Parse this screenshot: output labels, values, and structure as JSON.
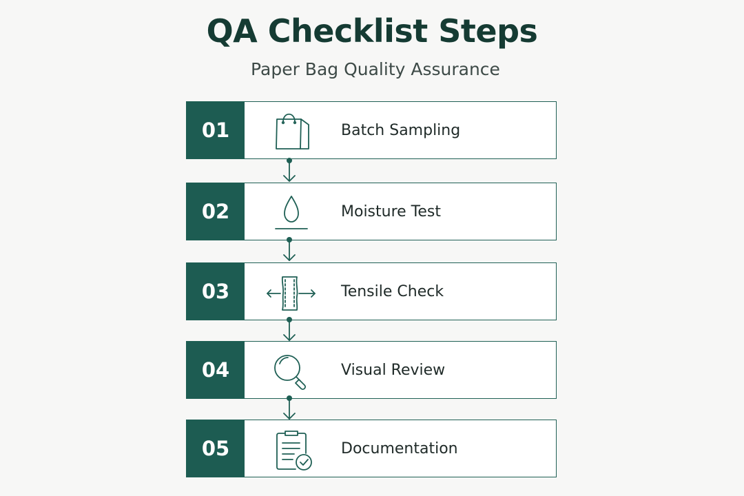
{
  "title": "QA Checklist Steps",
  "subtitle": "Paper Bag Quality Assurance",
  "colors": {
    "accent": "#1d5c52",
    "border": "#1e5f54",
    "title": "#153b33",
    "background": "#f7f7f6"
  },
  "steps": [
    {
      "number": "01",
      "label": "Batch Sampling",
      "icon": "shopping-bag-icon"
    },
    {
      "number": "02",
      "label": "Moisture Test",
      "icon": "water-drop-icon"
    },
    {
      "number": "03",
      "label": "Tensile Check",
      "icon": "tensile-stretch-icon"
    },
    {
      "number": "04",
      "label": "Visual Review",
      "icon": "magnifier-icon"
    },
    {
      "number": "05",
      "label": "Documentation",
      "icon": "clipboard-check-icon"
    }
  ]
}
